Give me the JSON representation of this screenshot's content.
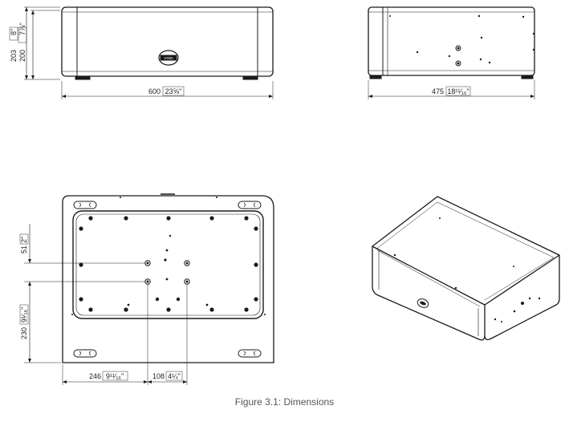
{
  "caption": "Figure 3.1: Dimensions",
  "front_view": {
    "height_outer": "203",
    "height_outer_in": "8\"",
    "height_inner": "200",
    "height_inner_in": "7⅞\"",
    "width": "600",
    "width_in": "23⅝\""
  },
  "side_view": {
    "depth": "475",
    "depth_in": "18¹¹⁄₁₆\""
  },
  "top_view": {
    "offset_v1": "51",
    "offset_v1_in": "2\"",
    "offset_v2": "230",
    "offset_v2_in": "9¹⁄₁₆\"",
    "offset_h1": "246",
    "offset_h1_in": "9¹¹⁄₁₆\"",
    "spacing_h": "108",
    "spacing_h_in": "4¼\""
  },
  "colors": {
    "line": "#1a1a1a",
    "dim": "#333333",
    "caption": "#555555"
  }
}
